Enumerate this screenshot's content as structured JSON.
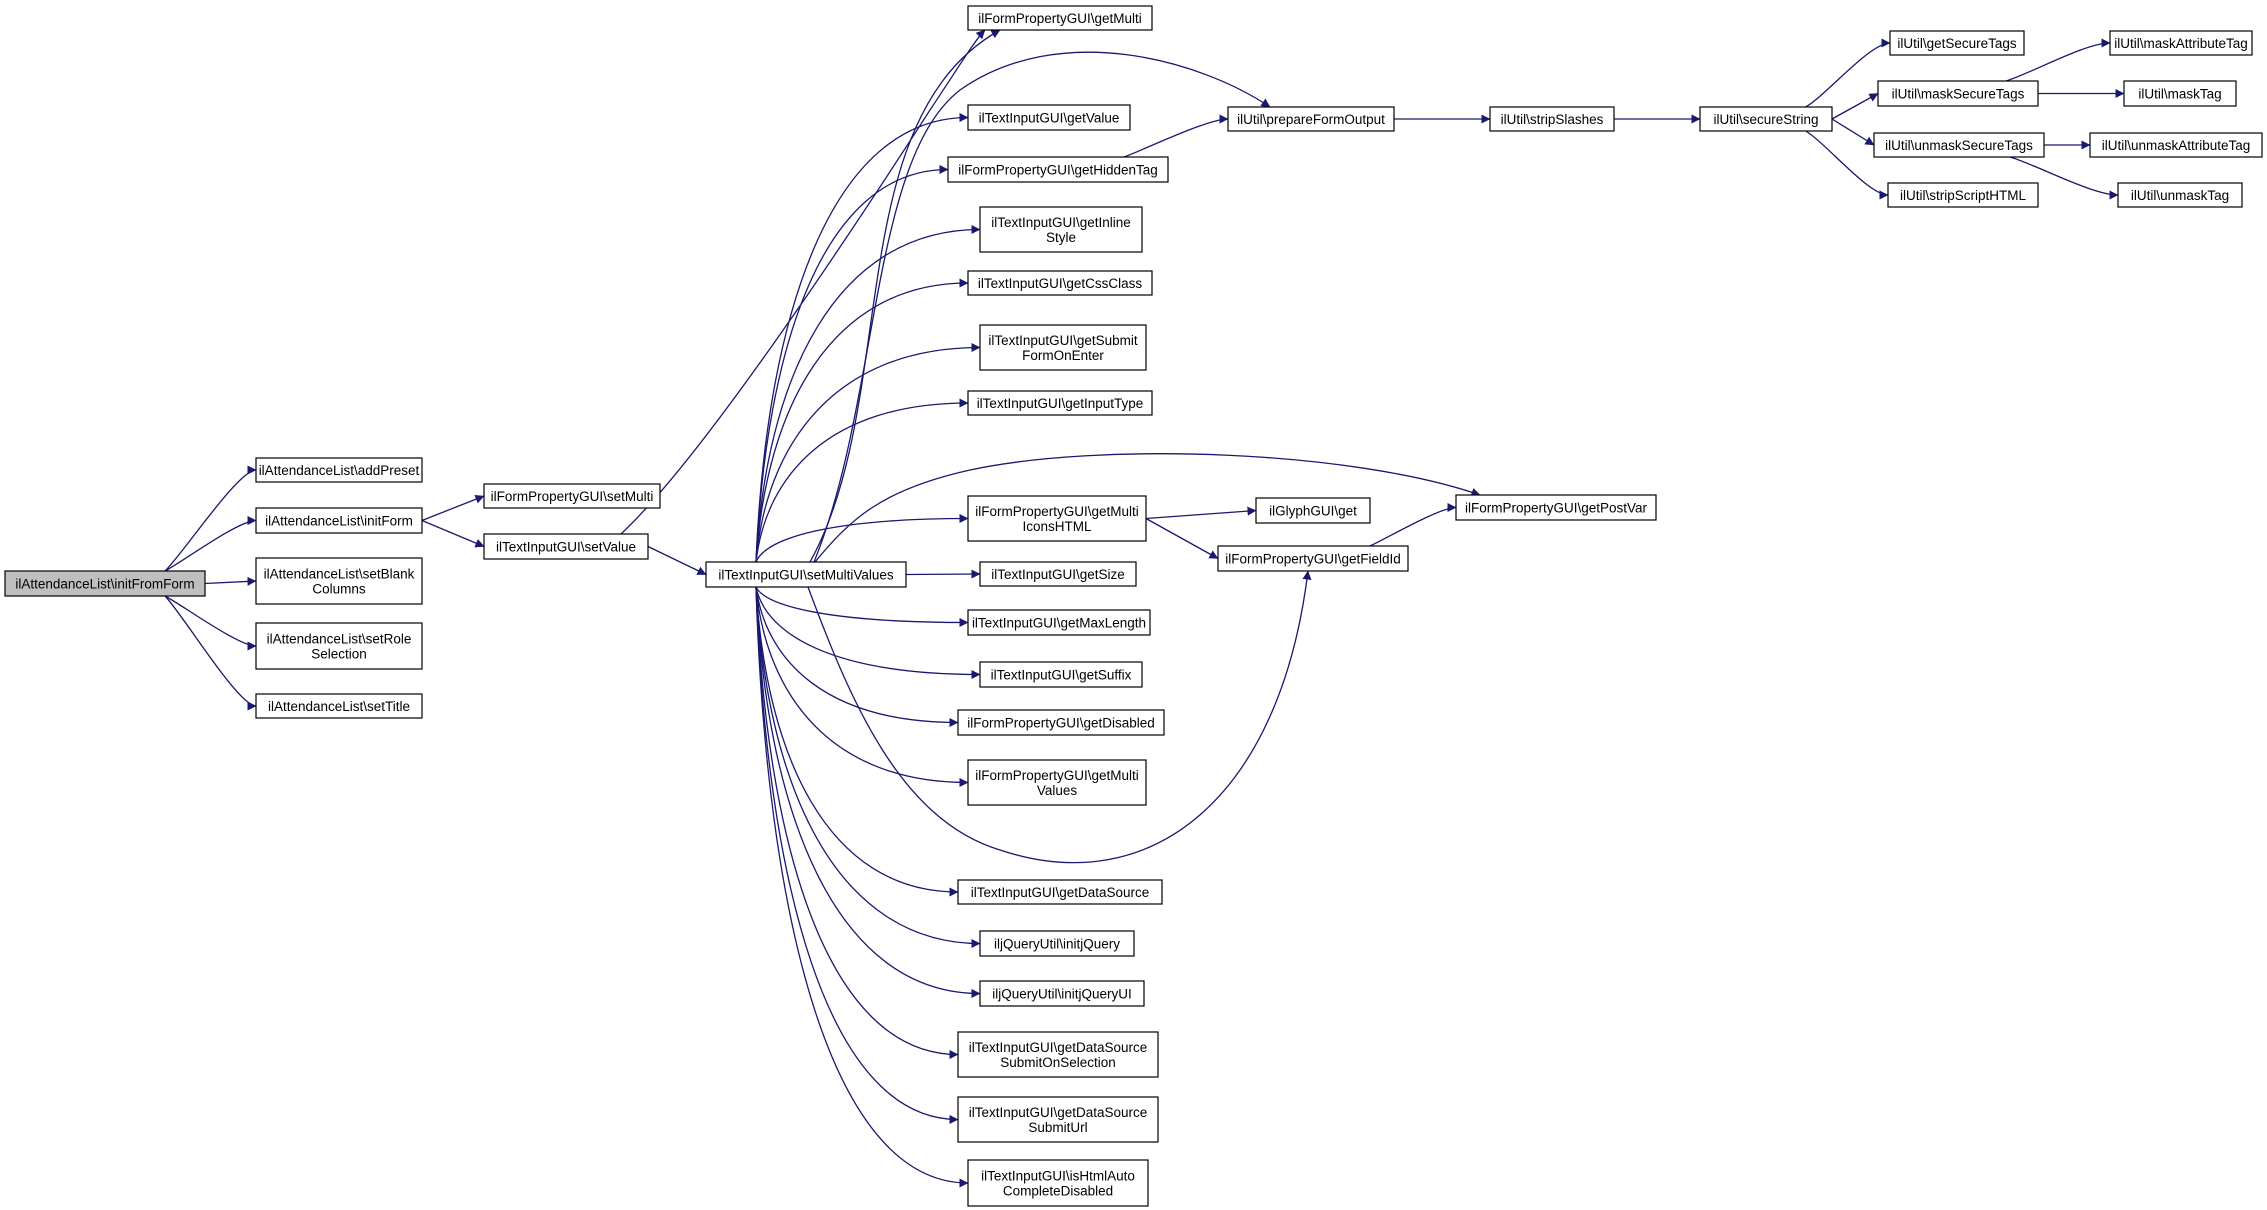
{
  "colors": {
    "edge": "#191970",
    "node_border": "#000000",
    "node_fill": "#ffffff",
    "root_fill": "#bfbfbf"
  },
  "nodes": [
    {
      "id": "root",
      "lines": [
        "ilAttendanceList\\initFromForm"
      ]
    },
    {
      "id": "addPreset",
      "lines": [
        "ilAttendanceList\\addPreset"
      ]
    },
    {
      "id": "initForm",
      "lines": [
        "ilAttendanceList\\initForm"
      ]
    },
    {
      "id": "setBlank",
      "lines": [
        "ilAttendanceList\\setBlank",
        "Columns"
      ]
    },
    {
      "id": "setRole",
      "lines": [
        "ilAttendanceList\\setRole",
        "Selection"
      ]
    },
    {
      "id": "setTitle",
      "lines": [
        "ilAttendanceList\\setTitle"
      ]
    },
    {
      "id": "setMulti",
      "lines": [
        "ilFormPropertyGUI\\setMulti"
      ]
    },
    {
      "id": "setValue",
      "lines": [
        "ilTextInputGUI\\setValue"
      ]
    },
    {
      "id": "setMultiValues",
      "lines": [
        "ilTextInputGUI\\setMultiValues"
      ]
    },
    {
      "id": "getMulti",
      "lines": [
        "ilFormPropertyGUI\\getMulti"
      ]
    },
    {
      "id": "getValue",
      "lines": [
        "ilTextInputGUI\\getValue"
      ]
    },
    {
      "id": "getHiddenTag",
      "lines": [
        "ilFormPropertyGUI\\getHiddenTag"
      ]
    },
    {
      "id": "getInlineStyle",
      "lines": [
        "ilTextInputGUI\\getInline",
        "Style"
      ]
    },
    {
      "id": "getCssClass",
      "lines": [
        "ilTextInputGUI\\getCssClass"
      ]
    },
    {
      "id": "getSubmit",
      "lines": [
        "ilTextInputGUI\\getSubmit",
        "FormOnEnter"
      ]
    },
    {
      "id": "getInputType",
      "lines": [
        "ilTextInputGUI\\getInputType"
      ]
    },
    {
      "id": "getMultiIcons",
      "lines": [
        "ilFormPropertyGUI\\getMulti",
        "IconsHTML"
      ]
    },
    {
      "id": "getSize",
      "lines": [
        "ilTextInputGUI\\getSize"
      ]
    },
    {
      "id": "getMaxLength",
      "lines": [
        "ilTextInputGUI\\getMaxLength"
      ]
    },
    {
      "id": "getSuffix",
      "lines": [
        "ilTextInputGUI\\getSuffix"
      ]
    },
    {
      "id": "getDisabled",
      "lines": [
        "ilFormPropertyGUI\\getDisabled"
      ]
    },
    {
      "id": "getMultiValues",
      "lines": [
        "ilFormPropertyGUI\\getMulti",
        "Values"
      ]
    },
    {
      "id": "getDataSource",
      "lines": [
        "ilTextInputGUI\\getDataSource"
      ]
    },
    {
      "id": "initjQuery",
      "lines": [
        "iljQueryUtil\\initjQuery"
      ]
    },
    {
      "id": "initjQueryUI",
      "lines": [
        "iljQueryUtil\\initjQueryUI"
      ]
    },
    {
      "id": "getDSSubmitOnSel",
      "lines": [
        "ilTextInputGUI\\getDataSource",
        "SubmitOnSelection"
      ]
    },
    {
      "id": "getDSSubmitUrl",
      "lines": [
        "ilTextInputGUI\\getDataSource",
        "SubmitUrl"
      ]
    },
    {
      "id": "isHtmlAuto",
      "lines": [
        "ilTextInputGUI\\isHtmlAuto",
        "CompleteDisabled"
      ]
    },
    {
      "id": "prepareFormOutput",
      "lines": [
        "ilUtil\\prepareFormOutput"
      ]
    },
    {
      "id": "glyphGet",
      "lines": [
        "ilGlyphGUI\\get"
      ]
    },
    {
      "id": "getFieldId",
      "lines": [
        "ilFormPropertyGUI\\getFieldId"
      ]
    },
    {
      "id": "getPostVar",
      "lines": [
        "ilFormPropertyGUI\\getPostVar"
      ]
    },
    {
      "id": "stripSlashes",
      "lines": [
        "ilUtil\\stripSlashes"
      ]
    },
    {
      "id": "secureString",
      "lines": [
        "ilUtil\\secureString"
      ]
    },
    {
      "id": "getSecureTags",
      "lines": [
        "ilUtil\\getSecureTags"
      ]
    },
    {
      "id": "maskSecureTags",
      "lines": [
        "ilUtil\\maskSecureTags"
      ]
    },
    {
      "id": "unmaskSecureTags",
      "lines": [
        "ilUtil\\unmaskSecureTags"
      ]
    },
    {
      "id": "stripScriptHTML",
      "lines": [
        "ilUtil\\stripScriptHTML"
      ]
    },
    {
      "id": "maskAttributeTag",
      "lines": [
        "ilUtil\\maskAttributeTag"
      ]
    },
    {
      "id": "maskTag",
      "lines": [
        "ilUtil\\maskTag"
      ]
    },
    {
      "id": "unmaskAttributeTag",
      "lines": [
        "ilUtil\\unmaskAttributeTag"
      ]
    },
    {
      "id": "unmaskTag",
      "lines": [
        "ilUtil\\unmaskTag"
      ]
    }
  ],
  "edges": [
    [
      "root",
      "addPreset"
    ],
    [
      "root",
      "initForm"
    ],
    [
      "root",
      "setBlank"
    ],
    [
      "root",
      "setRole"
    ],
    [
      "root",
      "setTitle"
    ],
    [
      "initForm",
      "setMulti"
    ],
    [
      "initForm",
      "setValue"
    ],
    [
      "setValue",
      "getMulti"
    ],
    [
      "setValue",
      "setMultiValues"
    ],
    [
      "setMultiValues",
      "getMulti"
    ],
    [
      "setMultiValues",
      "prepareFormOutput"
    ],
    [
      "setMultiValues",
      "getValue"
    ],
    [
      "setMultiValues",
      "getHiddenTag"
    ],
    [
      "setMultiValues",
      "getInlineStyle"
    ],
    [
      "setMultiValues",
      "getCssClass"
    ],
    [
      "setMultiValues",
      "getSubmit"
    ],
    [
      "setMultiValues",
      "getInputType"
    ],
    [
      "setMultiValues",
      "getPostVar"
    ],
    [
      "setMultiValues",
      "getMultiIcons"
    ],
    [
      "setMultiValues",
      "getSize"
    ],
    [
      "setMultiValues",
      "getMaxLength"
    ],
    [
      "setMultiValues",
      "getSuffix"
    ],
    [
      "setMultiValues",
      "getDisabled"
    ],
    [
      "setMultiValues",
      "getMultiValues"
    ],
    [
      "setMultiValues",
      "getFieldId"
    ],
    [
      "setMultiValues",
      "getDataSource"
    ],
    [
      "setMultiValues",
      "initjQuery"
    ],
    [
      "setMultiValues",
      "initjQueryUI"
    ],
    [
      "setMultiValues",
      "getDSSubmitOnSel"
    ],
    [
      "setMultiValues",
      "getDSSubmitUrl"
    ],
    [
      "setMultiValues",
      "isHtmlAuto"
    ],
    [
      "getHiddenTag",
      "prepareFormOutput"
    ],
    [
      "getMultiIcons",
      "glyphGet"
    ],
    [
      "getMultiIcons",
      "getFieldId"
    ],
    [
      "getFieldId",
      "getPostVar"
    ],
    [
      "prepareFormOutput",
      "stripSlashes"
    ],
    [
      "stripSlashes",
      "secureString"
    ],
    [
      "secureString",
      "getSecureTags"
    ],
    [
      "secureString",
      "maskSecureTags"
    ],
    [
      "secureString",
      "unmaskSecureTags"
    ],
    [
      "secureString",
      "stripScriptHTML"
    ],
    [
      "maskSecureTags",
      "maskAttributeTag"
    ],
    [
      "maskSecureTags",
      "maskTag"
    ],
    [
      "unmaskSecureTags",
      "unmaskAttributeTag"
    ],
    [
      "unmaskSecureTags",
      "unmaskTag"
    ]
  ]
}
